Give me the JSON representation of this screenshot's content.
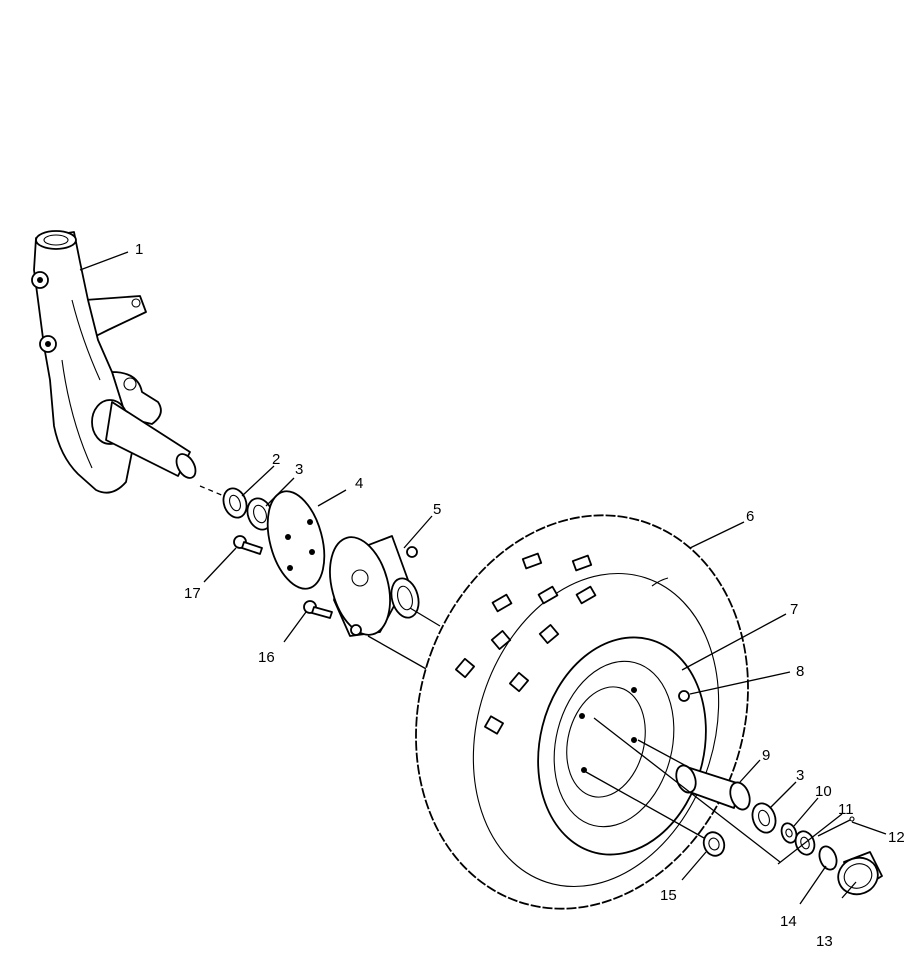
{
  "diagram": {
    "callouts": [
      {
        "id": "1",
        "label": "1"
      },
      {
        "id": "2",
        "label": "2"
      },
      {
        "id": "3a",
        "label": "3"
      },
      {
        "id": "4",
        "label": "4"
      },
      {
        "id": "5",
        "label": "5"
      },
      {
        "id": "6",
        "label": "6"
      },
      {
        "id": "7",
        "label": "7"
      },
      {
        "id": "8",
        "label": "8"
      },
      {
        "id": "9",
        "label": "9"
      },
      {
        "id": "3b",
        "label": "3"
      },
      {
        "id": "10",
        "label": "10"
      },
      {
        "id": "11",
        "label": "11"
      },
      {
        "id": "12",
        "label": "12"
      },
      {
        "id": "13",
        "label": "13"
      },
      {
        "id": "14",
        "label": "14"
      },
      {
        "id": "15",
        "label": "15"
      },
      {
        "id": "16",
        "label": "16"
      },
      {
        "id": "17",
        "label": "17"
      }
    ]
  }
}
